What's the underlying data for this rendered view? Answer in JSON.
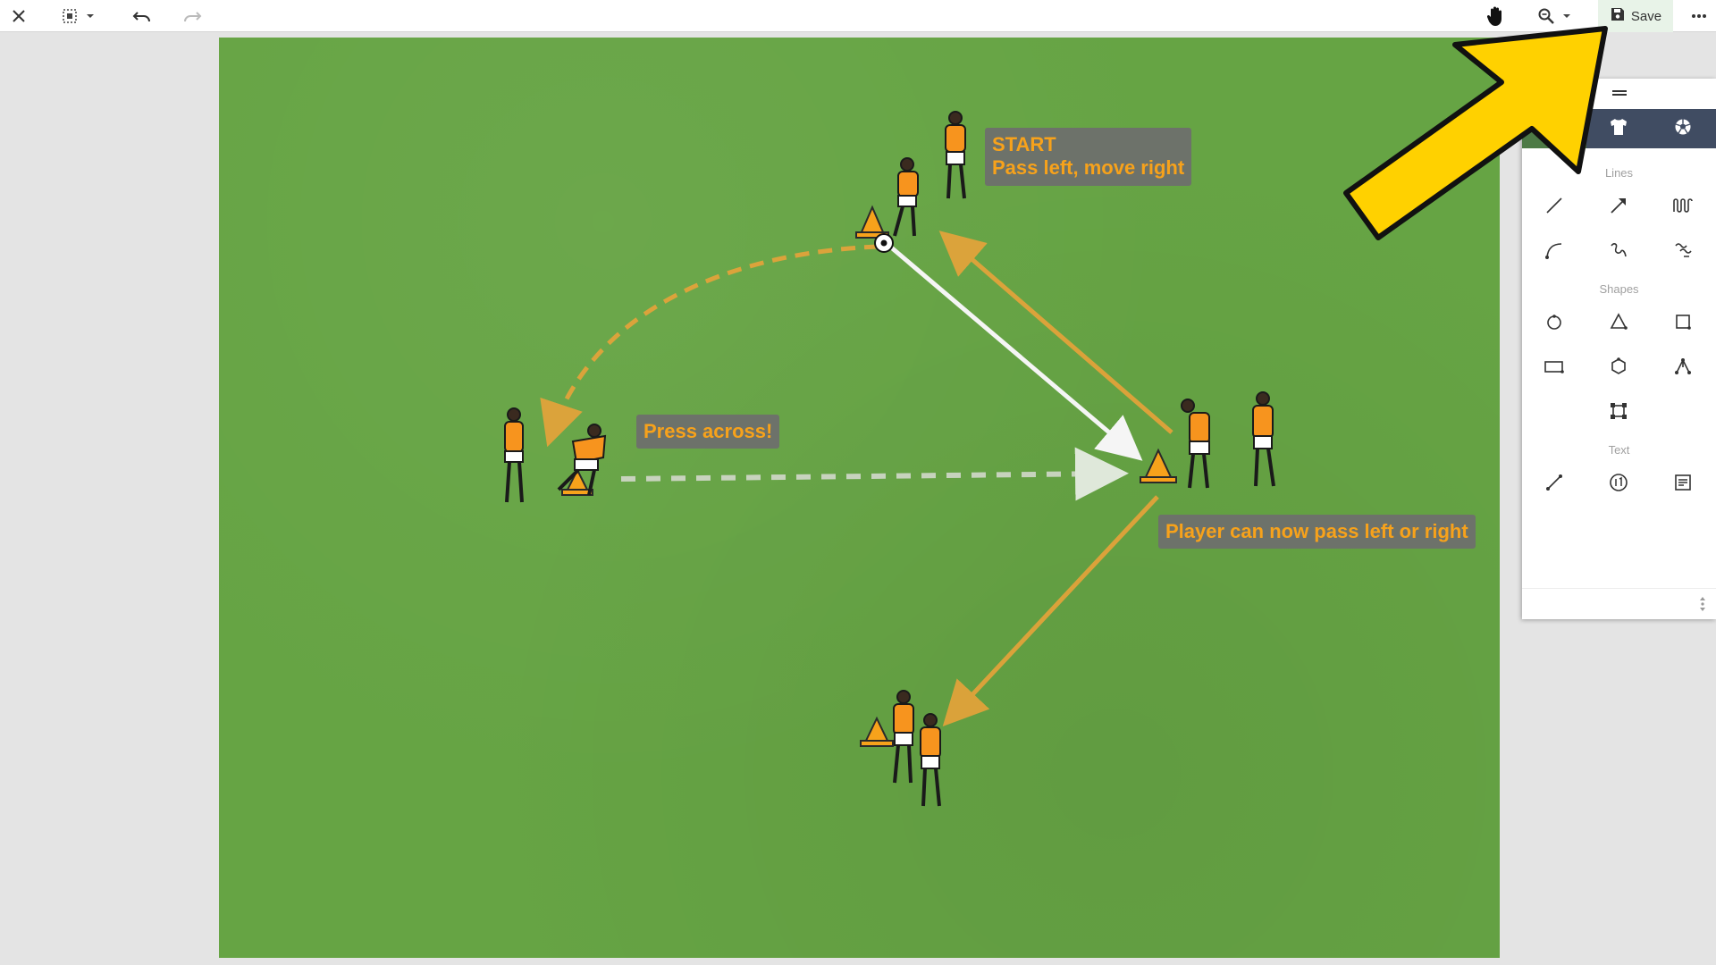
{
  "toolbar": {
    "icons": [
      "close-icon",
      "select-icon",
      "chevron-down-icon",
      "undo-icon",
      "redo-icon",
      "hand-icon",
      "zoom-icon",
      "save-icon",
      "more-icon"
    ],
    "save_label": "Save"
  },
  "field": {
    "background_color": "#66a444",
    "annotations": {
      "start_line1": "START",
      "start_line2": "Pass left, move right",
      "press": "Press across!",
      "pass": "Player can now pass left or right"
    }
  },
  "tool_panel": {
    "tabs": [
      "pencil-icon",
      "shirt-icon",
      "ball-icon"
    ],
    "sections": {
      "lines": "Lines",
      "shapes": "Shapes",
      "text": "Text"
    },
    "line_tools": [
      "straight-line-icon",
      "arrow-line-icon",
      "zigzag-line-icon",
      "curved-line-icon",
      "squiggle-line-icon",
      "freehand-line-icon"
    ],
    "shape_tools": [
      "circle-shape-icon",
      "triangle-shape-icon",
      "square-shape-icon",
      "rectangle-shape-icon",
      "polygon-shape-icon",
      "node-shape-icon",
      "bounding-shape-icon"
    ],
    "text_tools": [
      "text-line-icon",
      "number-badge-icon",
      "text-box-icon"
    ]
  },
  "colors": {
    "accent_orange": "#f7a21b",
    "panel_tab_bg": "#404c62",
    "active_tab": "#4d7a46",
    "highlight_arrow": "#ffd100"
  }
}
